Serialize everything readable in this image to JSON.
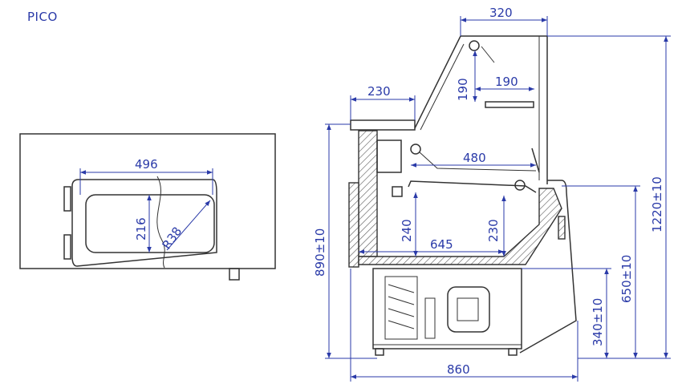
{
  "title": "PICO",
  "dims": {
    "w320": "320",
    "w230": "230",
    "h190v": "190",
    "w190": "190",
    "w480": "480",
    "w496": "496",
    "h216": "216",
    "r38": "R38",
    "h240": "240",
    "w645": "645",
    "h230": "230",
    "h890": "890±10",
    "h1220": "1220±10",
    "h650": "650±10",
    "h340": "340±10",
    "w860": "860"
  }
}
